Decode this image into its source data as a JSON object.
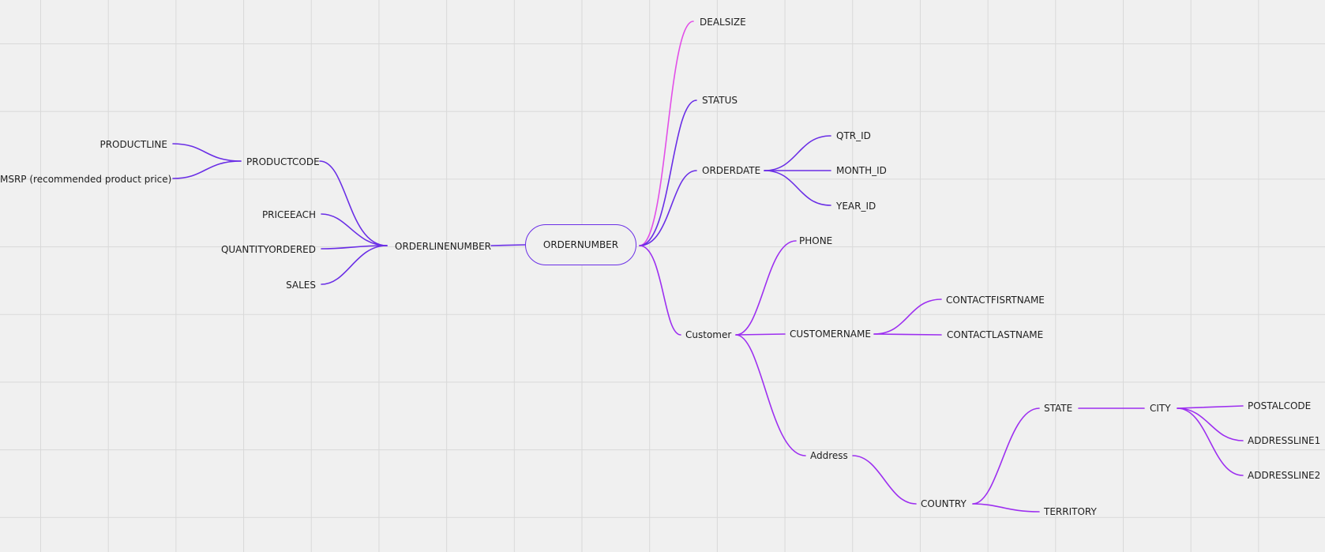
{
  "colors": {
    "background": "#f0f0f0",
    "grid": "#d9d9d9",
    "violet": "#6a2ee6",
    "purple": "#9d2ff0",
    "magenta": "#e24fe8",
    "text": "#1e1e1e"
  },
  "root": {
    "label": "ORDERNUMBER"
  },
  "nodes": {
    "orderlinenumber": "ORDERLINENUMBER",
    "productcode": "PRODUCTCODE",
    "productline": "PRODUCTLINE",
    "msrp": "MSRP (recommended product price)",
    "priceeach": "PRICEEACH",
    "quantityordered": "QUANTITYORDERED",
    "sales": "SALES",
    "dealsize": "DEALSIZE",
    "status": "STATUS",
    "orderdate": "ORDERDATE",
    "qtr_id": "QTR_ID",
    "month_id": "MONTH_ID",
    "year_id": "YEAR_ID",
    "customer": "Customer",
    "phone": "PHONE",
    "customername": "CUSTOMERNAME",
    "contactfirstname": "CONTACTFISRTNAME",
    "contactlastname": "CONTACTLASTNAME",
    "address": "Address",
    "country": "COUNTRY",
    "state": "STATE",
    "territory": "TERRITORY",
    "city": "CITY",
    "postalcode": "POSTALCODE",
    "addressline1": "ADDRESSLINE1",
    "addressline2": "ADDRESSLINE2"
  }
}
